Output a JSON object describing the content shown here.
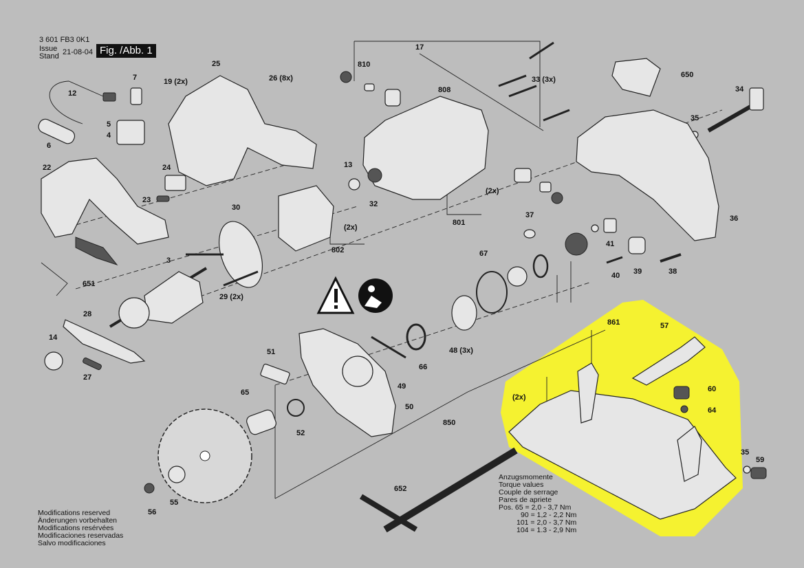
{
  "header": {
    "part_number": "3 601 FB3 0K1",
    "issue_label_1": "Issue",
    "issue_label_2": "Stand",
    "issue_date": "21-08-04",
    "figure_label": "Fig. /Abb. 1"
  },
  "part_labels": {
    "p17": "17",
    "p810": "810",
    "p808": "808",
    "p650": "650",
    "p33": "33 (3x)",
    "p25": "25",
    "p26": "26 (8x)",
    "p7": "7",
    "p19": "19 (2x)",
    "p12": "12",
    "p5": "5",
    "p4": "4",
    "p6": "6",
    "p34": "34",
    "p35a": "35",
    "p13": "13",
    "p32": "32",
    "p2x_a": "(2x)",
    "p22": "22",
    "p24": "24",
    "p23": "23",
    "p30": "30",
    "p801": "801",
    "p37": "37",
    "p36": "36",
    "p2x_b": "(2x)",
    "p802": "802",
    "p41": "41",
    "p3": "3",
    "p651": "651",
    "p67": "67",
    "p39": "39",
    "p40": "40",
    "p38": "38",
    "p29": "29 (2x)",
    "p28": "28",
    "p861": "861",
    "p57": "57",
    "p14": "14",
    "p27": "27",
    "p51": "51",
    "p49": "49",
    "p66": "66",
    "p48": "48 (3x)",
    "p65": "65",
    "p2x_c": "(2x)",
    "p60": "60",
    "p50": "50",
    "p52": "52",
    "p64": "64",
    "p850": "850",
    "p35b": "35",
    "p59": "59",
    "p652": "652",
    "p56": "56",
    "p55": "55"
  },
  "torque": {
    "title_de": "Anzugsmomente",
    "title_en": "Torque values",
    "title_fr": "Couple de serrage",
    "title_es": "Pares de apriete",
    "rows": [
      "Pos.  65 = 2,0 - 3,7 Nm",
      "90 = 1,2 - 2,2 Nm",
      "101 = 2,0 - 3,7 Nm",
      "104 = 1.3 - 2,9 Nm"
    ]
  },
  "notes": {
    "line1": "Modifications reserved",
    "line2": "Änderungen vorbehalten",
    "line3": "Modifications resérvées",
    "line4": "Modificaciones reservadas",
    "line5": "Salvo modificaciones"
  },
  "colors": {
    "background": "#bdbdbd",
    "highlight": "#f5f230"
  },
  "icons": [
    "warning-triangle-icon",
    "read-manual-icon"
  ]
}
